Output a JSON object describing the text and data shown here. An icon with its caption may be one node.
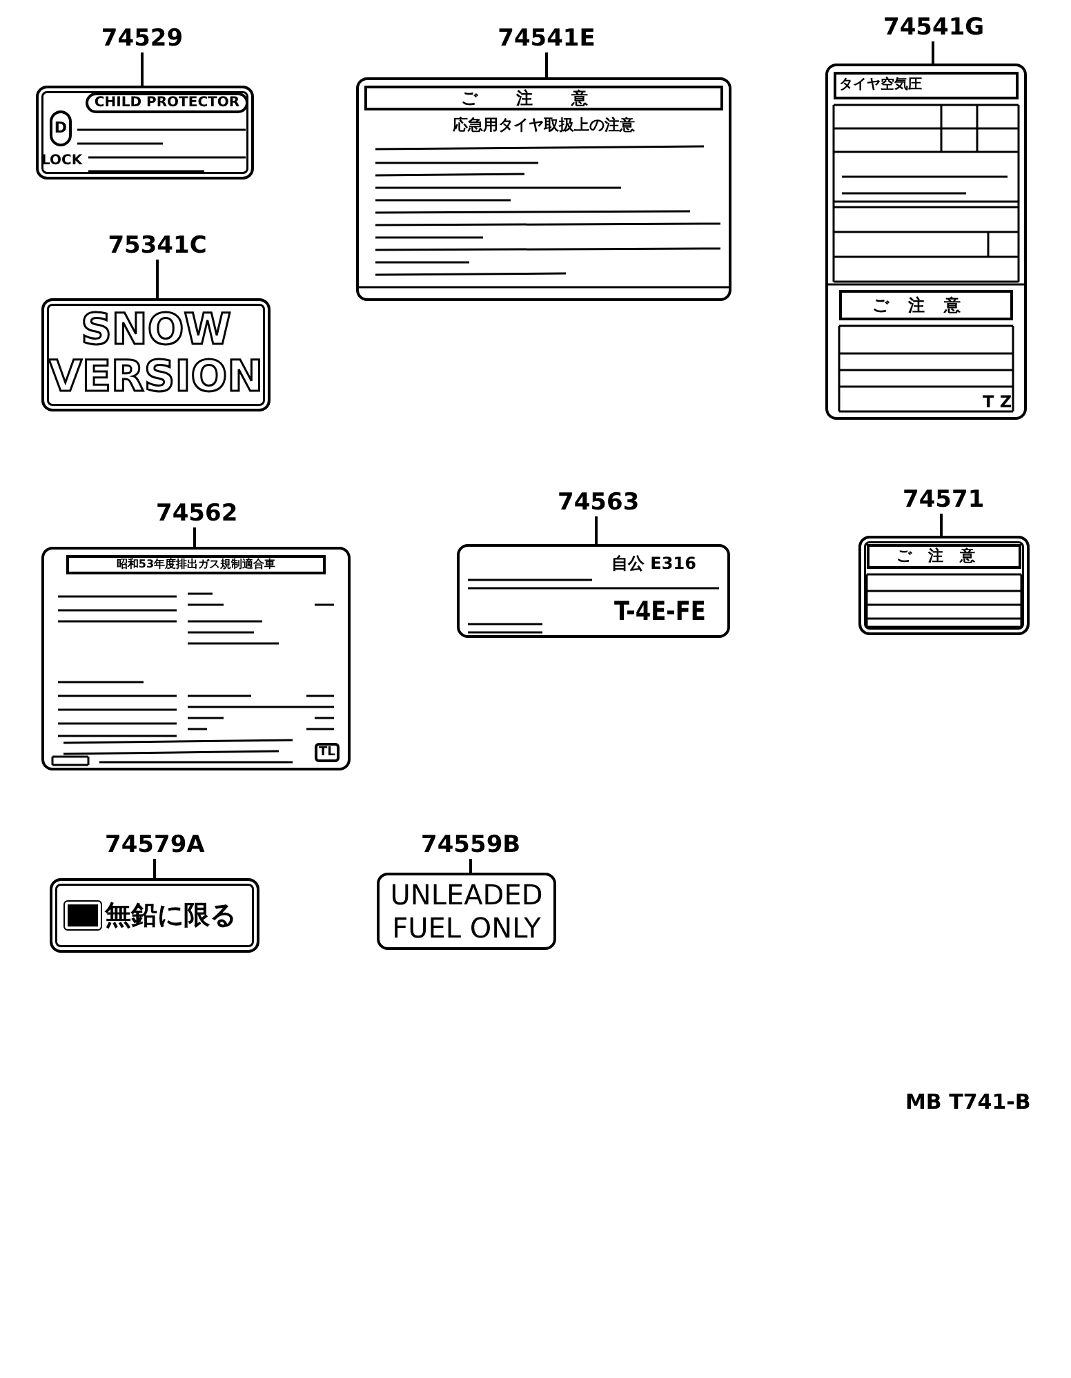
{
  "diagram": {
    "nodes": [
      {
        "text": [
          "74529"
        ]
      },
      {
        "text": [
          "CHILD PROTECTOR",
          "D",
          "LOCK"
        ]
      },
      {
        "text": [
          "74541E"
        ]
      },
      {
        "text": [
          "ご注意",
          "応急用タイヤ取扱上の注意"
        ]
      },
      {
        "text": [
          "74541G"
        ]
      },
      {
        "text": [
          "タイヤ空気圧",
          "ご注意",
          "T Z"
        ]
      },
      {
        "text": [
          "75341C"
        ]
      },
      {
        "text": [
          "SNOW VERSION"
        ]
      },
      {
        "text": [
          "74562"
        ]
      },
      {
        "text": [
          "昭和53年度排出ガス規制適合車",
          "TL"
        ]
      },
      {
        "text": [
          "74563"
        ]
      },
      {
        "text": [
          "自公 E316",
          "T-4E-FE"
        ]
      },
      {
        "text": [
          "74571"
        ]
      },
      {
        "text": [
          "ご注意"
        ]
      },
      {
        "text": [
          "74579A"
        ]
      },
      {
        "text": [
          "無鉛に限る"
        ]
      },
      {
        "text": [
          "74559B"
        ]
      },
      {
        "text": [
          "UNLEADED FUEL ONLY"
        ]
      }
    ],
    "edges": [
      {
        "from": 0,
        "to": 1,
        "arrow": "none"
      },
      {
        "from": 2,
        "to": 3,
        "arrow": "none"
      },
      {
        "from": 4,
        "to": 5,
        "arrow": "none"
      },
      {
        "from": 6,
        "to": 7,
        "arrow": "none"
      },
      {
        "from": 8,
        "to": 9,
        "arrow": "none"
      },
      {
        "from": 10,
        "to": 11,
        "arrow": "none"
      },
      {
        "from": 12,
        "to": 13,
        "arrow": "none"
      },
      {
        "from": 14,
        "to": 15,
        "arrow": "none"
      },
      {
        "from": 16,
        "to": 17,
        "arrow": "none"
      }
    ],
    "labels": [
      "MB T741-B"
    ]
  }
}
